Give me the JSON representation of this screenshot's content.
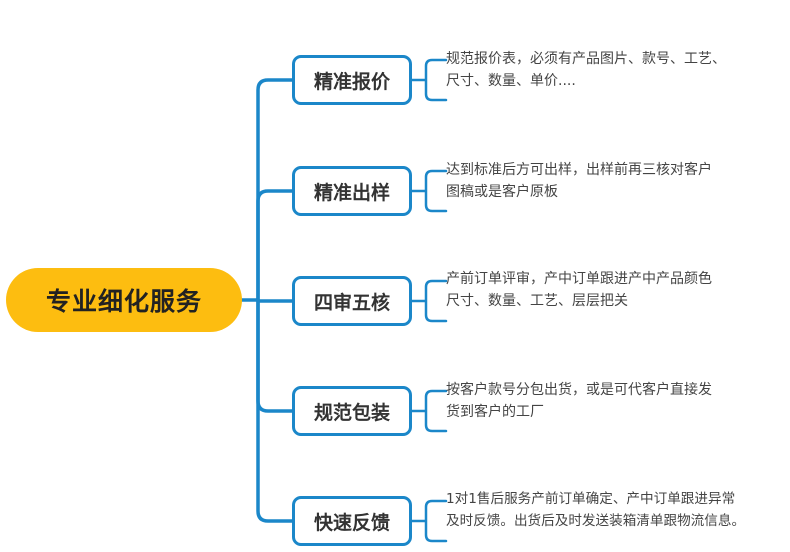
{
  "root": {
    "label": "专业细化服务",
    "color": "#fdbd10"
  },
  "line_color": "#1b87c9",
  "branches": [
    {
      "label": "精准报价",
      "description": [
        "规范报价表，必须有产品图片、款号、工艺、",
        "尺寸、数量、单价...."
      ]
    },
    {
      "label": "精准出样",
      "description": [
        "达到标准后方可出样，出样前再三核对客户",
        "图稿或是客户原板"
      ]
    },
    {
      "label": "四审五核",
      "description": [
        "产前订单评审，产中订单跟进产中产品颜色",
        "尺寸、数量、工艺、层层把关"
      ]
    },
    {
      "label": "规范包装",
      "description": [
        "按客户款号分包出货，或是可代客户直接发",
        "货到客户的工厂"
      ]
    },
    {
      "label": "快速反馈",
      "description": [
        "1对1售后服务产前订单确定、产中订单跟进异常",
        "及时反馈。出货后及时发送装箱清单跟物流信息。"
      ]
    }
  ]
}
